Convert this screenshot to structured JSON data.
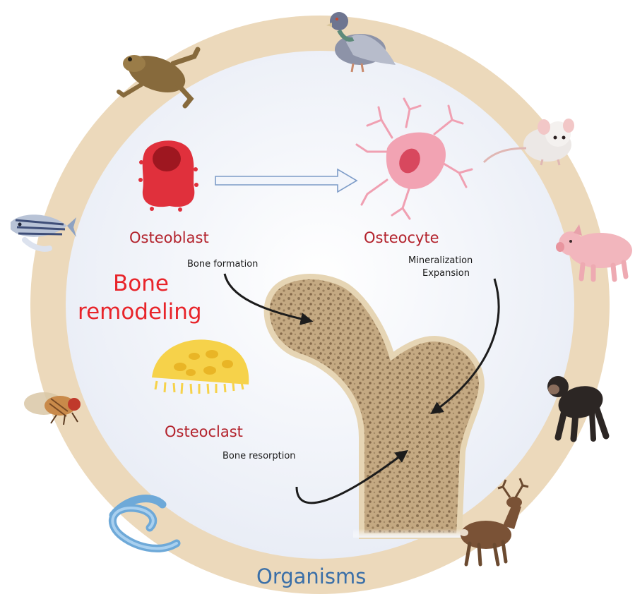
{
  "title": {
    "line1": "Bone",
    "line2": "remodeling"
  },
  "ring_label": "Organisms",
  "cells": {
    "osteoblast": "Osteoblast",
    "osteocyte": "Osteocyte",
    "osteoclast": "Osteoclast"
  },
  "processes": {
    "formation": "Bone formation",
    "mineralization": "Mineralization",
    "expansion": "Expansion",
    "resorption": "Bone resorption"
  },
  "organisms": [
    "frog",
    "pigeon",
    "mouse",
    "pig",
    "chimpanzee",
    "deer",
    "worm",
    "fruit-fly",
    "zebrafish"
  ],
  "colors": {
    "ring": "#ecd9bb",
    "inner": "#f3f5fa",
    "osteoblast": "#e0303c",
    "osteocyte": "#f2a3b3",
    "osteoclast": "#f6d24a",
    "bone": "#c8b08a",
    "title": "#e8242a",
    "cell_labels": "#b3222c",
    "organisms_label": "#3a6fa8"
  }
}
